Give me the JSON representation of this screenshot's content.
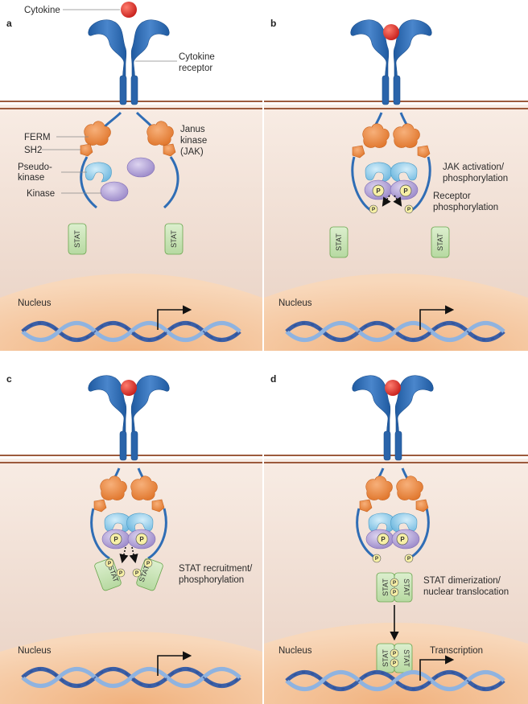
{
  "panels": {
    "a": {
      "letter": "a",
      "cytokine": "Cytokine",
      "receptor_line1": "Cytokine",
      "receptor_line2": "receptor",
      "ferm": "FERM",
      "sh2": "SH2",
      "pseudo_line1": "Pseudo-",
      "pseudo_line2": "kinase",
      "kinase": "Kinase",
      "jak_line1": "Janus",
      "jak_line2": "kinase",
      "jak_line3": "(JAK)",
      "stat": "STAT",
      "nucleus": "Nucleus"
    },
    "b": {
      "letter": "b",
      "activation_line1": "JAK activation/",
      "activation_line2": "phosphorylation",
      "receptor_line1": "Receptor",
      "receptor_line2": "phosphorylation",
      "stat": "STAT",
      "nucleus": "Nucleus",
      "phospho": "P"
    },
    "c": {
      "letter": "c",
      "recruit_line1": "STAT recruitment/",
      "recruit_line2": "phosphorylation",
      "stat": "STAT",
      "nucleus": "Nucleus",
      "phospho": "P"
    },
    "d": {
      "letter": "d",
      "dimer_line1": "STAT dimerization/",
      "dimer_line2": "nuclear translocation",
      "transcription": "Transcription",
      "stat": "STAT",
      "nucleus": "Nucleus",
      "phospho": "P"
    }
  },
  "colors": {
    "receptor_blue": "#2f6db5",
    "ferm_orange": "#e8853a",
    "pseudokinase_blue": "#8ccbe8",
    "kinase_purple": "#b3a3d6",
    "stat_green": "#c8e4b8",
    "cytoplasm": "#efe0d6",
    "nucleus_orange": "#f5c9a0",
    "membrane": "#9c5a3c",
    "cytokine_red": "#d8312c"
  }
}
